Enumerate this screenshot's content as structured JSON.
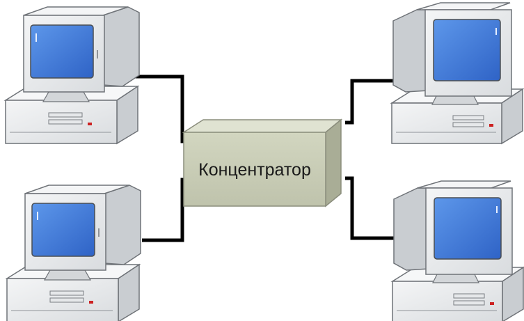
{
  "diagram": {
    "hub": {
      "label": "Концентратор"
    },
    "computers": [
      {
        "position": "top-left"
      },
      {
        "position": "top-right"
      },
      {
        "position": "bottom-left"
      },
      {
        "position": "bottom-right"
      }
    ]
  },
  "colors": {
    "background": "#ffffff",
    "cable": "#000000",
    "screen": "#3b78d8",
    "hub_front": "#c8ccb6",
    "casing": "#eceef0"
  }
}
